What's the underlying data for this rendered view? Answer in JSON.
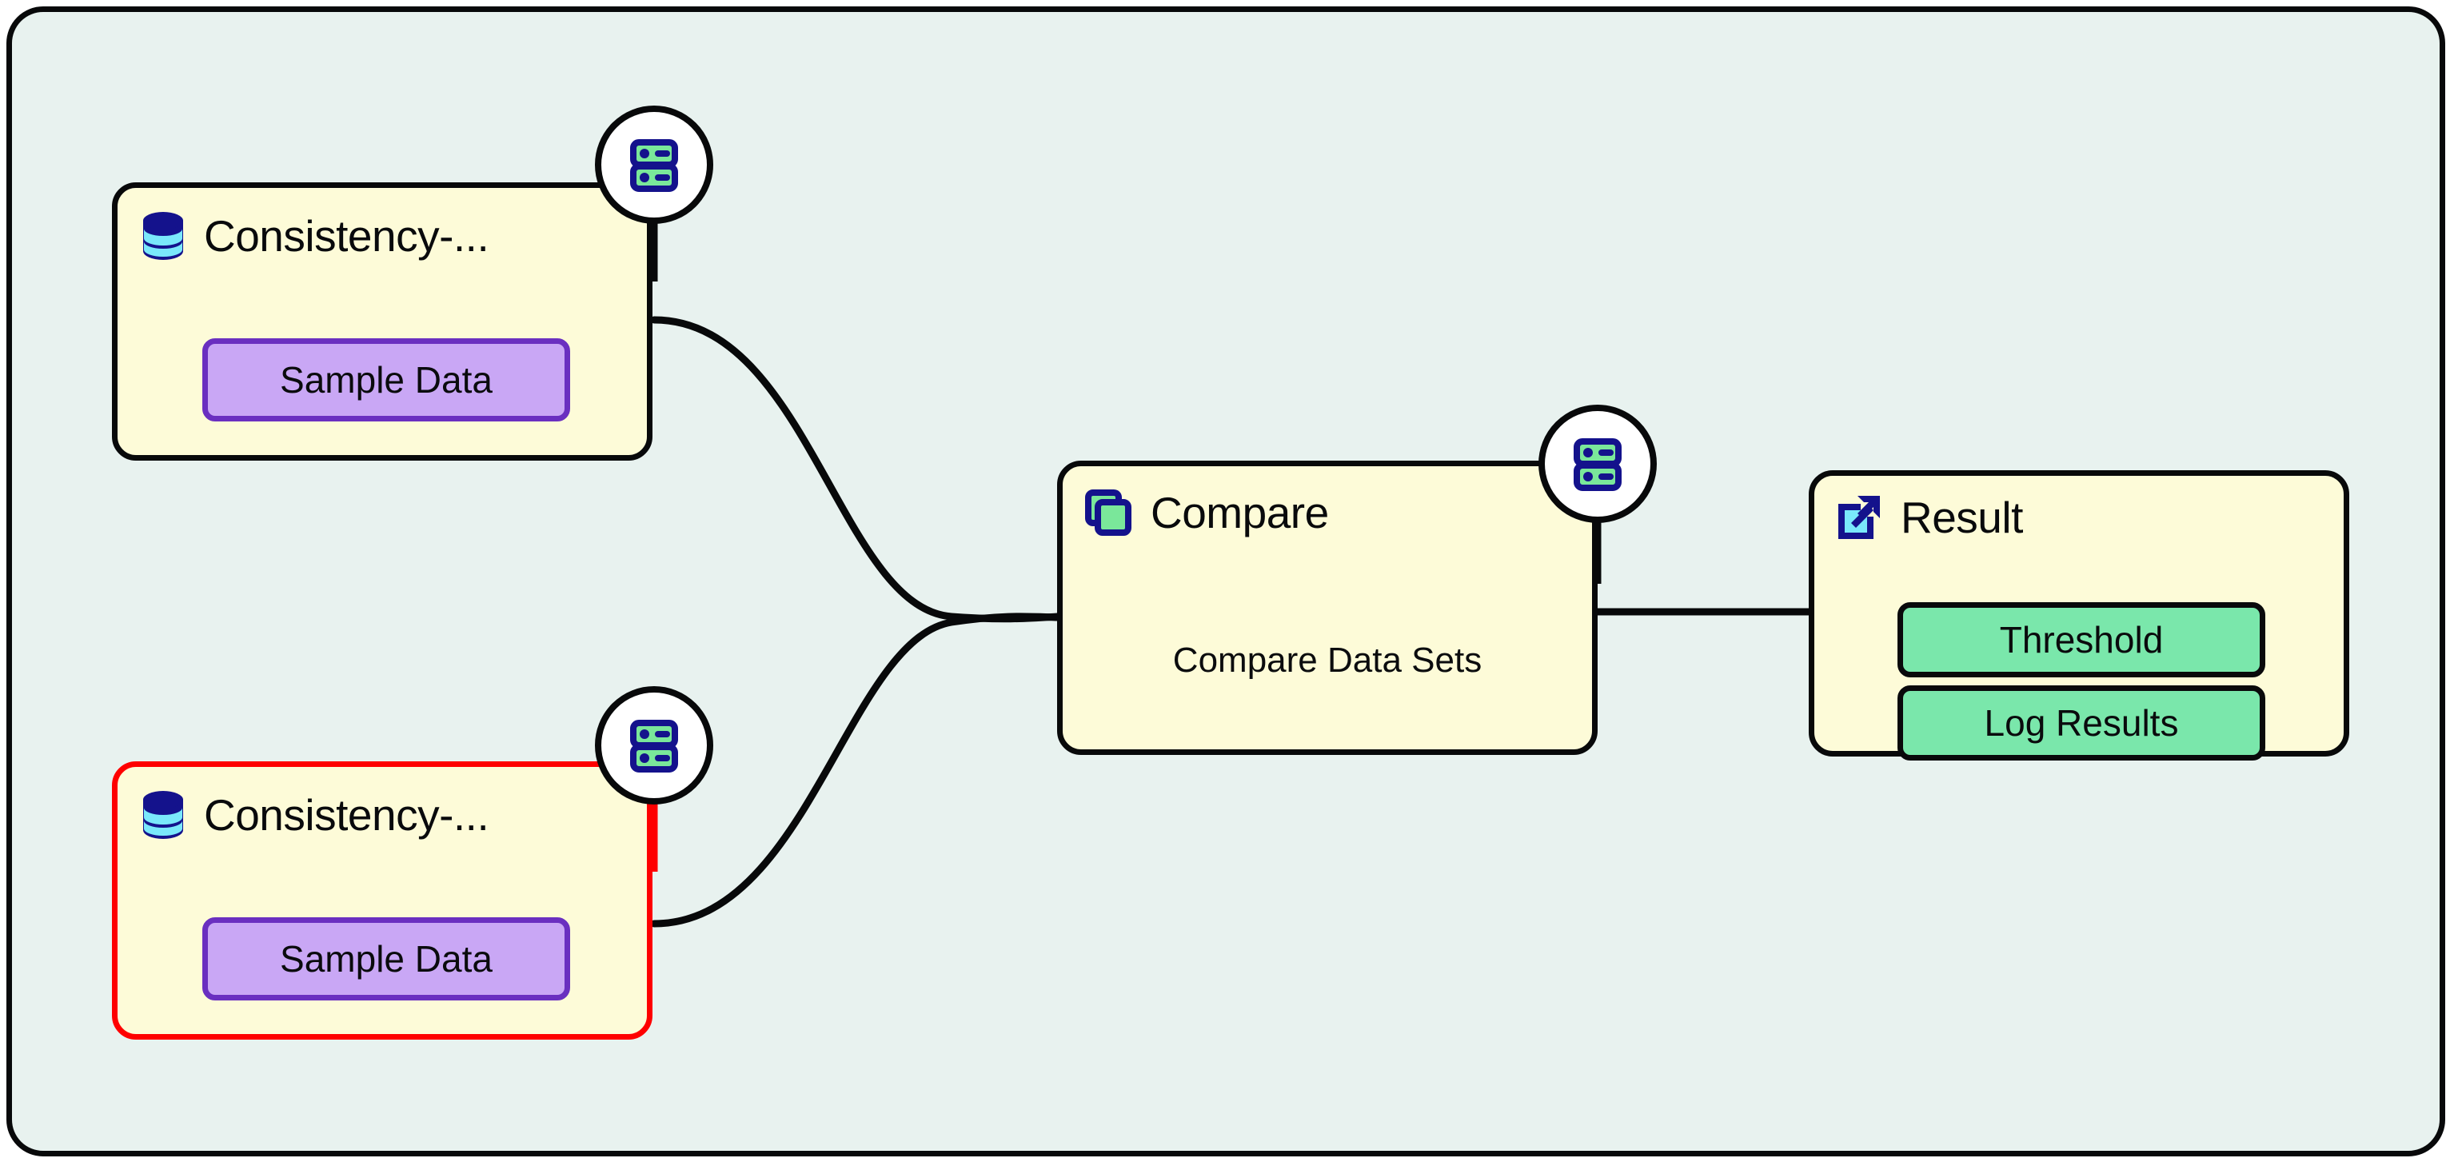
{
  "canvas": {
    "background_color": "#e8f2ef",
    "border_color": "#08090a"
  },
  "palette": {
    "node_fill": "#fdfbd8",
    "node_border": "#08090a",
    "selected_border": "#fe0000",
    "chip_purple_fill": "#c9a7f5",
    "chip_purple_border": "#6a2fc0",
    "chip_green_fill": "#7ae7ab",
    "chip_green_border": "#09090b",
    "icon_navy": "#14128c",
    "icon_green": "#7ae79a",
    "icon_cyan": "#7ae8fb",
    "edge_color": "#08090a",
    "badge_fill": "#ffffff"
  },
  "nodes": [
    {
      "id": "source-a",
      "title": "Consistency-...",
      "icon": "database-icon",
      "badge_icon": "server-rack-icon",
      "selected": false,
      "chips": [
        {
          "label": "Sample Data",
          "style": "purple"
        }
      ]
    },
    {
      "id": "source-b",
      "title": "Consistency-...",
      "icon": "database-icon",
      "badge_icon": "server-rack-icon",
      "selected": true,
      "chips": [
        {
          "label": "Sample Data",
          "style": "purple"
        }
      ]
    },
    {
      "id": "compare",
      "title": "Compare",
      "subtitle": "Compare Data Sets",
      "icon": "copy-layers-icon",
      "badge_icon": "server-rack-icon",
      "selected": false,
      "chips": []
    },
    {
      "id": "result",
      "title": "Result",
      "icon": "external-link-icon",
      "selected": false,
      "chips": [
        {
          "label": "Threshold",
          "style": "green"
        },
        {
          "label": "Log Results",
          "style": "green"
        }
      ]
    }
  ],
  "edges": [
    {
      "from": "source-a",
      "to": "compare",
      "kind": "bezier"
    },
    {
      "from": "source-b",
      "to": "compare",
      "kind": "bezier"
    },
    {
      "from": "compare",
      "to": "result",
      "kind": "straight"
    }
  ]
}
